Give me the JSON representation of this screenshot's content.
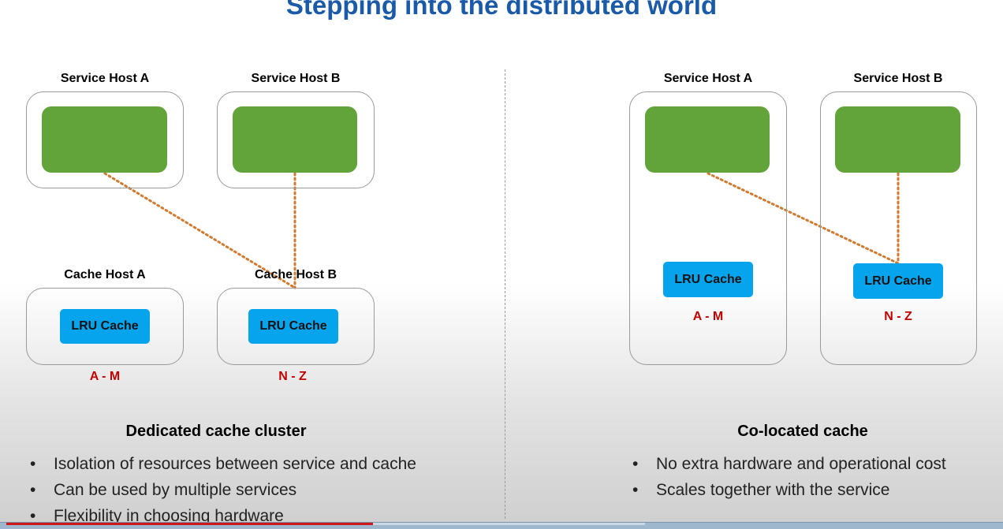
{
  "title": "Stepping into the distributed world",
  "left": {
    "service_host_a": "Service Host A",
    "service_host_b": "Service Host B",
    "cache_host_a": "Cache Host A",
    "cache_host_b": "Cache Host B",
    "cache_a_label": "LRU Cache",
    "cache_b_label": "LRU Cache",
    "range_a": "A - M",
    "range_b": "N - Z",
    "heading": "Dedicated cache cluster",
    "bullets": [
      "Isolation of resources between service and cache",
      "Can be used by multiple services",
      "Flexibility in choosing hardware"
    ]
  },
  "right": {
    "service_host_a": "Service Host A",
    "service_host_b": "Service Host B",
    "cache_a_label": "LRU Cache",
    "cache_b_label": "LRU Cache",
    "range_a": "A - M",
    "range_b": "N - Z",
    "heading": "Co-located cache",
    "bullets": [
      "No extra hardware and operational cost",
      "Scales together with the service"
    ]
  },
  "bullet_glyph": "•",
  "colors": {
    "title": "#1a5aa8",
    "service": "#62a33a",
    "cache": "#07a4ee",
    "range": "#c00000",
    "connector": "#d07a30"
  }
}
